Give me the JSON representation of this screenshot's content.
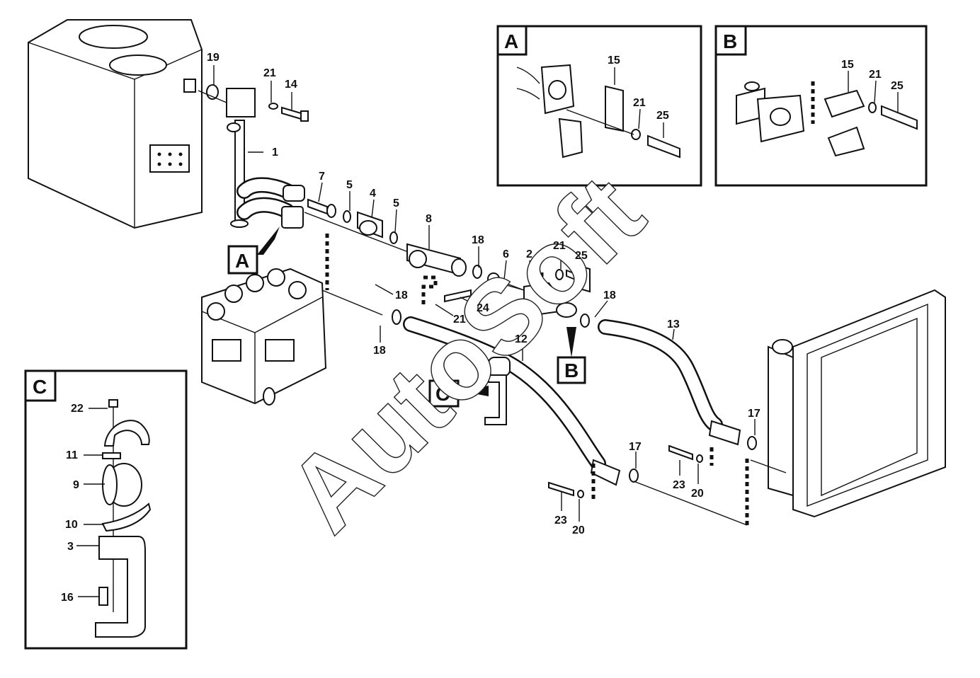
{
  "diagram": {
    "watermark": "AutoSoft",
    "inset_labels": {
      "a": "A",
      "b": "B",
      "c": "C"
    },
    "main_callouts": {
      "p1": "1",
      "p2": "2",
      "p4": "4",
      "p5a": "5",
      "p5b": "5",
      "p6": "6",
      "p7": "7",
      "p8": "8",
      "p12": "12",
      "p13": "13",
      "p14": "14",
      "p17a": "17",
      "p17b": "17",
      "p18a": "18",
      "p18b": "18",
      "p18c": "18",
      "p18d": "18",
      "p19": "19",
      "p20a": "20",
      "p20b": "20",
      "p21a": "21",
      "p21b": "21",
      "p21c": "21",
      "p23a": "23",
      "p23b": "23",
      "p24": "24",
      "p25": "25"
    },
    "inset_a_callouts": {
      "p15": "15",
      "p21": "21",
      "p25": "25"
    },
    "inset_b_callouts": {
      "p15": "15",
      "p21": "21",
      "p25": "25"
    },
    "inset_c_callouts": {
      "p22": "22",
      "p11": "11",
      "p9": "9",
      "p10": "10",
      "p3": "3",
      "p16": "16"
    }
  }
}
